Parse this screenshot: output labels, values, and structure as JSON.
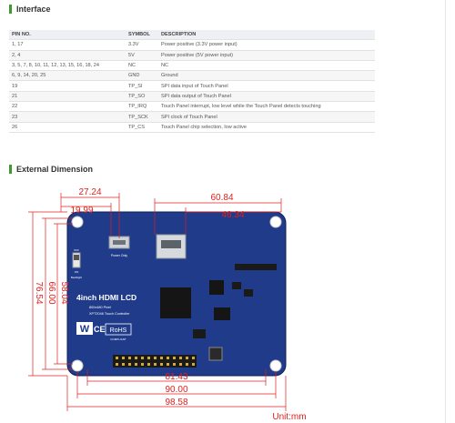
{
  "interface": {
    "title": "Interface",
    "headers": [
      "PIN NO.",
      "SYMBOL",
      "DESCRIPTION"
    ],
    "rows": [
      [
        "1, 17",
        "3.3V",
        "Power positive (3.3V power input)"
      ],
      [
        "2, 4",
        "5V",
        "Power positive (5V power input)"
      ],
      [
        "3, 5, 7, 8, 10, 11, 12, 13, 15, 16, 18, 24",
        "NC",
        "NC"
      ],
      [
        "6, 9, 14, 20, 25",
        "GND",
        "Ground"
      ],
      [
        "19",
        "TP_SI",
        "SPI data input of Touch Panel"
      ],
      [
        "21",
        "TP_SO",
        "SPI data output of Touch Panel"
      ],
      [
        "22",
        "TP_IRQ",
        "Touch Panel interrupt, low level while the Touch Panel detects touching"
      ],
      [
        "23",
        "TP_SCK",
        "SPI clock of Touch Panel"
      ],
      [
        "26",
        "TP_CS",
        "Touch Panel chip selection, low active"
      ]
    ]
  },
  "dimension": {
    "title": "External Dimension",
    "labels": {
      "top1": "27.24",
      "top2": "19.99",
      "top3": "60.84",
      "top4": "46.34",
      "left1": "58.04",
      "left2": "66.00",
      "left3": "76.54",
      "bottom1": "81.43",
      "bottom2": "90.00",
      "bottom3": "98.58",
      "unit": "Unit:mm"
    },
    "board": {
      "title": "4inch HDMI LCD",
      "sub1": "800x480 Pixel",
      "sub2": "XPT2046 Touch Controller",
      "power": "Power Only",
      "switch_off": "OFF",
      "switch_on": "ON",
      "backlight": "Backlight",
      "brand": "W",
      "ce": "CE",
      "rohs": "RoHS",
      "compliant": "COMPLIANT"
    },
    "colors": {
      "board": "#1f3b8a",
      "dimension": "#e02020",
      "accent": "#3d9a2b"
    }
  }
}
